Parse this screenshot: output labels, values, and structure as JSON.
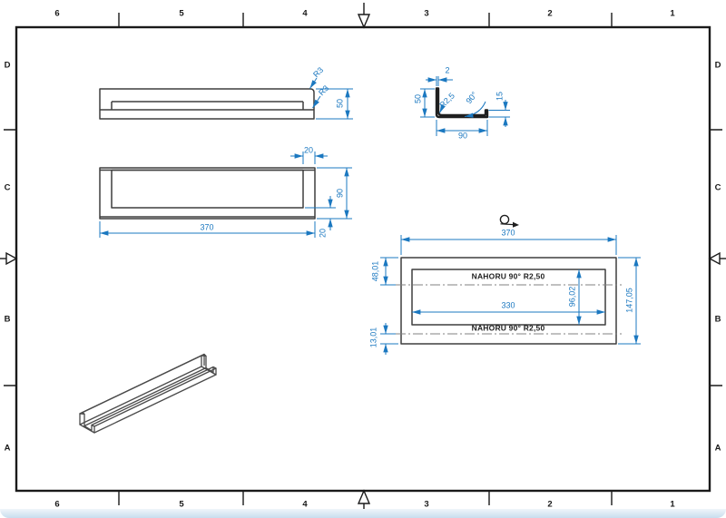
{
  "colors": {
    "dimension_blue": "#1b78c0",
    "outline_gray": "#3f3f3f",
    "section_black": "#1f1f1f",
    "frame_black": "#1a1a1a",
    "bend_line_gray": "#808080",
    "window_edge_blue": "#c8ddee"
  },
  "border": {
    "columns": [
      "6",
      "5",
      "4",
      "3",
      "2",
      "1"
    ],
    "rows": [
      "D",
      "C",
      "B",
      "A"
    ]
  },
  "front_view": {
    "r3_corner": "R3",
    "r3_step": "R3",
    "height": "50"
  },
  "top_view": {
    "end_inset": "20",
    "depth": "90",
    "length": "370",
    "lip_inset": "20"
  },
  "section_view": {
    "thickness": "2",
    "height": "50",
    "bend_radius": "R2,5",
    "bend_angle": "90°",
    "flange_height": "15",
    "width": "90"
  },
  "flat_pattern": {
    "length": "370",
    "top_margin": "48,01",
    "slot_height": "96,02",
    "slot_length": "330",
    "overall_height": "147,05",
    "bottom_margin": "13,01",
    "bend_note_top": "NAHORU 90° R2,50",
    "bend_note_bottom": "NAHORU 90° R2,50"
  }
}
